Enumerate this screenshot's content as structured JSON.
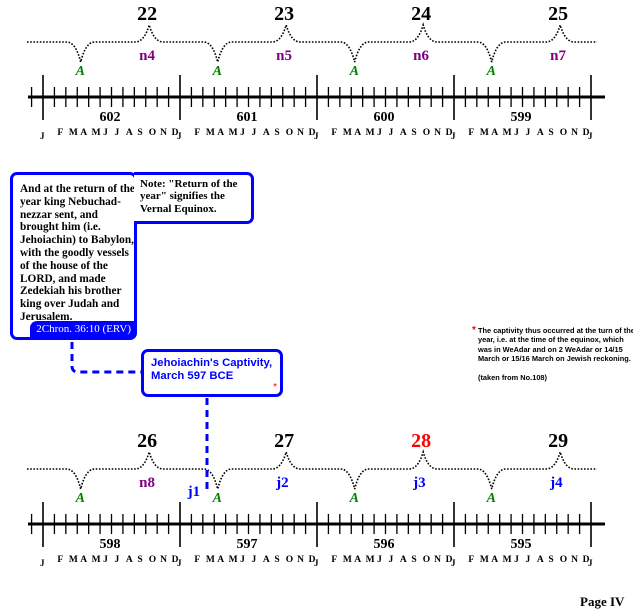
{
  "colors": {
    "accent_blue": "#0000ff",
    "equinox_green": "#008000",
    "neo_babylonian_purple": "#800080",
    "highlight_red": "#ff0000",
    "text_black": "#000000"
  },
  "timelines": [
    {
      "id": "upper",
      "regnal_years": [
        {
          "label": "22",
          "highlight": false
        },
        {
          "label": "23",
          "highlight": false
        },
        {
          "label": "24",
          "highlight": false
        },
        {
          "label": "25",
          "highlight": false
        }
      ],
      "equinox_marker": "A",
      "year_tags": [
        {
          "label": "n4",
          "color": "purple"
        },
        {
          "label": "n5",
          "color": "purple"
        },
        {
          "label": "n6",
          "color": "purple"
        },
        {
          "label": "n7",
          "color": "purple"
        }
      ],
      "bce_years": [
        "602",
        "601",
        "600",
        "599"
      ],
      "months": [
        "J",
        "F",
        "M",
        "A",
        "M",
        "J",
        "J",
        "A",
        "S",
        "O",
        "N",
        "D"
      ],
      "end_month": "J"
    },
    {
      "id": "lower",
      "regnal_years": [
        {
          "label": "26",
          "highlight": false
        },
        {
          "label": "27",
          "highlight": false
        },
        {
          "label": "28",
          "highlight": true
        },
        {
          "label": "29",
          "highlight": false
        }
      ],
      "equinox_marker": "A",
      "year_tags": [
        {
          "label": "n8",
          "color": "purple"
        },
        {
          "label": "j2",
          "color": "blue"
        },
        {
          "label": "j3",
          "color": "blue"
        },
        {
          "label": "j4",
          "color": "blue"
        }
      ],
      "extra_tag": {
        "label": "j1",
        "color": "blue"
      },
      "bce_years": [
        "598",
        "597",
        "596",
        "595"
      ],
      "months": [
        "J",
        "F",
        "M",
        "A",
        "M",
        "J",
        "J",
        "A",
        "S",
        "O",
        "N",
        "D"
      ],
      "end_month": "J"
    }
  ],
  "quote": {
    "text": "And at the return of the year king Nebuchad-nezzar sent, and brought him (i.e. Jehoiachin) to Babylon, with the goodly vessels of the house of the LORD, and made Zedekiah his brother king over Judah and Jerusalem.",
    "reference": "2Chron. 36:10 (ERV)"
  },
  "note": {
    "text": "Note: \"Return of the year\" signifies the Vernal Equinox."
  },
  "captivity": {
    "line1": "Jehoiachin's Captivity,",
    "line2": "March 597  BCE",
    "star": "*"
  },
  "footnote": {
    "star": "*",
    "text": "The captivity thus occurred at the turn of the year, i.e. at the time of the equinox, which was in WeAdar and on 2 WeAdar or 14/15 March or 15/16 March on Jewish reckoning.",
    "source": "(taken from No.108)"
  },
  "page_label": "Page IV"
}
